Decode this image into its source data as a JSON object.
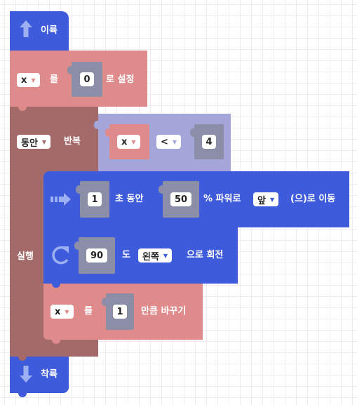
{
  "colors": {
    "event": "#3d5bdb",
    "variable": "#e08b8b",
    "loop": "#a46a6a",
    "compare": "#a4a6d9",
    "slot": "#8b8ea6",
    "move": "#3d5bdb"
  },
  "start_block": {
    "label": "이륙",
    "icon": "arrow-up-icon"
  },
  "set_block": {
    "variable": "x",
    "label_particle": "를",
    "value": "0",
    "suffix": "로 설정"
  },
  "loop_block": {
    "mode": "동안",
    "label": "반복",
    "do_label": "실행",
    "condition": {
      "left": "x",
      "operator": "<",
      "right": "4"
    }
  },
  "move_block": {
    "icon": "move-right-icon",
    "duration": "1",
    "duration_suffix": "초 동안",
    "power": "50",
    "power_suffix": "% 파워로",
    "direction": "앞",
    "suffix": "(으)로 이동"
  },
  "rotate_block": {
    "icon": "rotate-icon",
    "degrees": "90",
    "degrees_suffix": "도",
    "direction": "왼쪽",
    "suffix": "으로 회전"
  },
  "change_block": {
    "variable": "x",
    "label_particle": "를",
    "value": "1",
    "suffix": "만큼 바꾸기"
  },
  "land_block": {
    "label": "착륙",
    "icon": "arrow-down-icon"
  }
}
